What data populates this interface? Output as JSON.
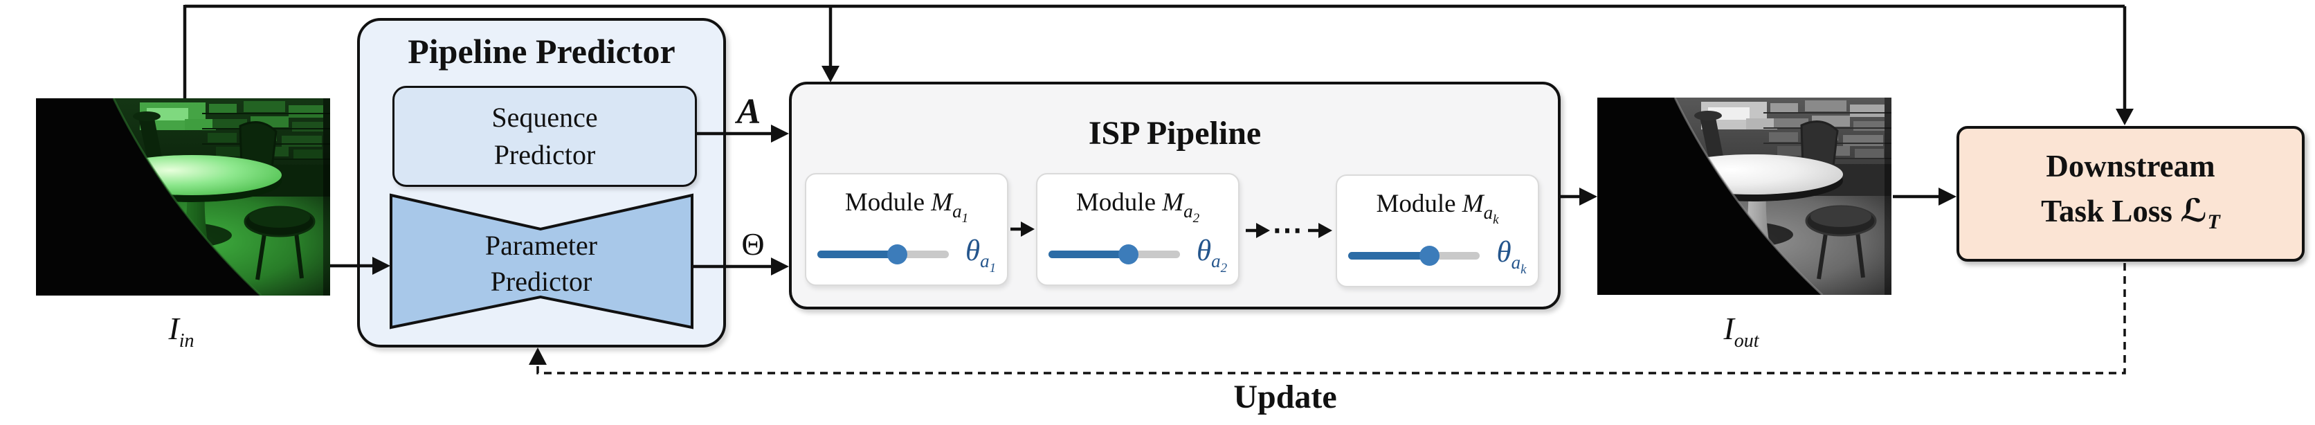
{
  "figure": {
    "input_label": {
      "symbol": "I",
      "subscript": "in"
    },
    "output_label": {
      "symbol": "I",
      "subscript": "out"
    },
    "pipeline_predictor": {
      "title": "Pipeline Predictor",
      "sequence_predictor": {
        "line1": "Sequence",
        "line2": "Predictor"
      },
      "parameter_predictor": {
        "line1": "Parameter",
        "line2": "Predictor"
      },
      "sequence_output_symbol": "A",
      "parameter_output_symbol": "Θ"
    },
    "isp_pipeline": {
      "title": "ISP Pipeline",
      "ellipsis": "⋯",
      "modules": [
        {
          "word": "Module",
          "m": "M",
          "a": "a",
          "index": "1",
          "theta": "θ",
          "slider_percent": 61
        },
        {
          "word": "Module",
          "m": "M",
          "a": "a",
          "index": "2",
          "theta": "θ",
          "slider_percent": 61
        },
        {
          "word": "Module",
          "m": "M",
          "a": "a",
          "index": "k",
          "theta": "θ",
          "slider_percent": 62
        }
      ]
    },
    "downstream_task_loss": {
      "line1": "Downstream",
      "line2": "Task Loss",
      "loss_symbol": "ℒ",
      "loss_subscript": "T"
    },
    "update_label": "Update",
    "colors": {
      "predictor_fill": "#eaf1fa",
      "sequence_fill": "#d9e6f5",
      "parameter_fill": "#a8c8e9",
      "isp_fill": "#f5f5f6",
      "module_fill": "#ffffff",
      "downstream_fill": "#fbe4d4",
      "slider_blue": "#2c6ca6",
      "slider_knob": "#3c7cba",
      "slider_track": "#c9c9c9",
      "theta_text": "#24558c",
      "line": "#111111"
    }
  }
}
